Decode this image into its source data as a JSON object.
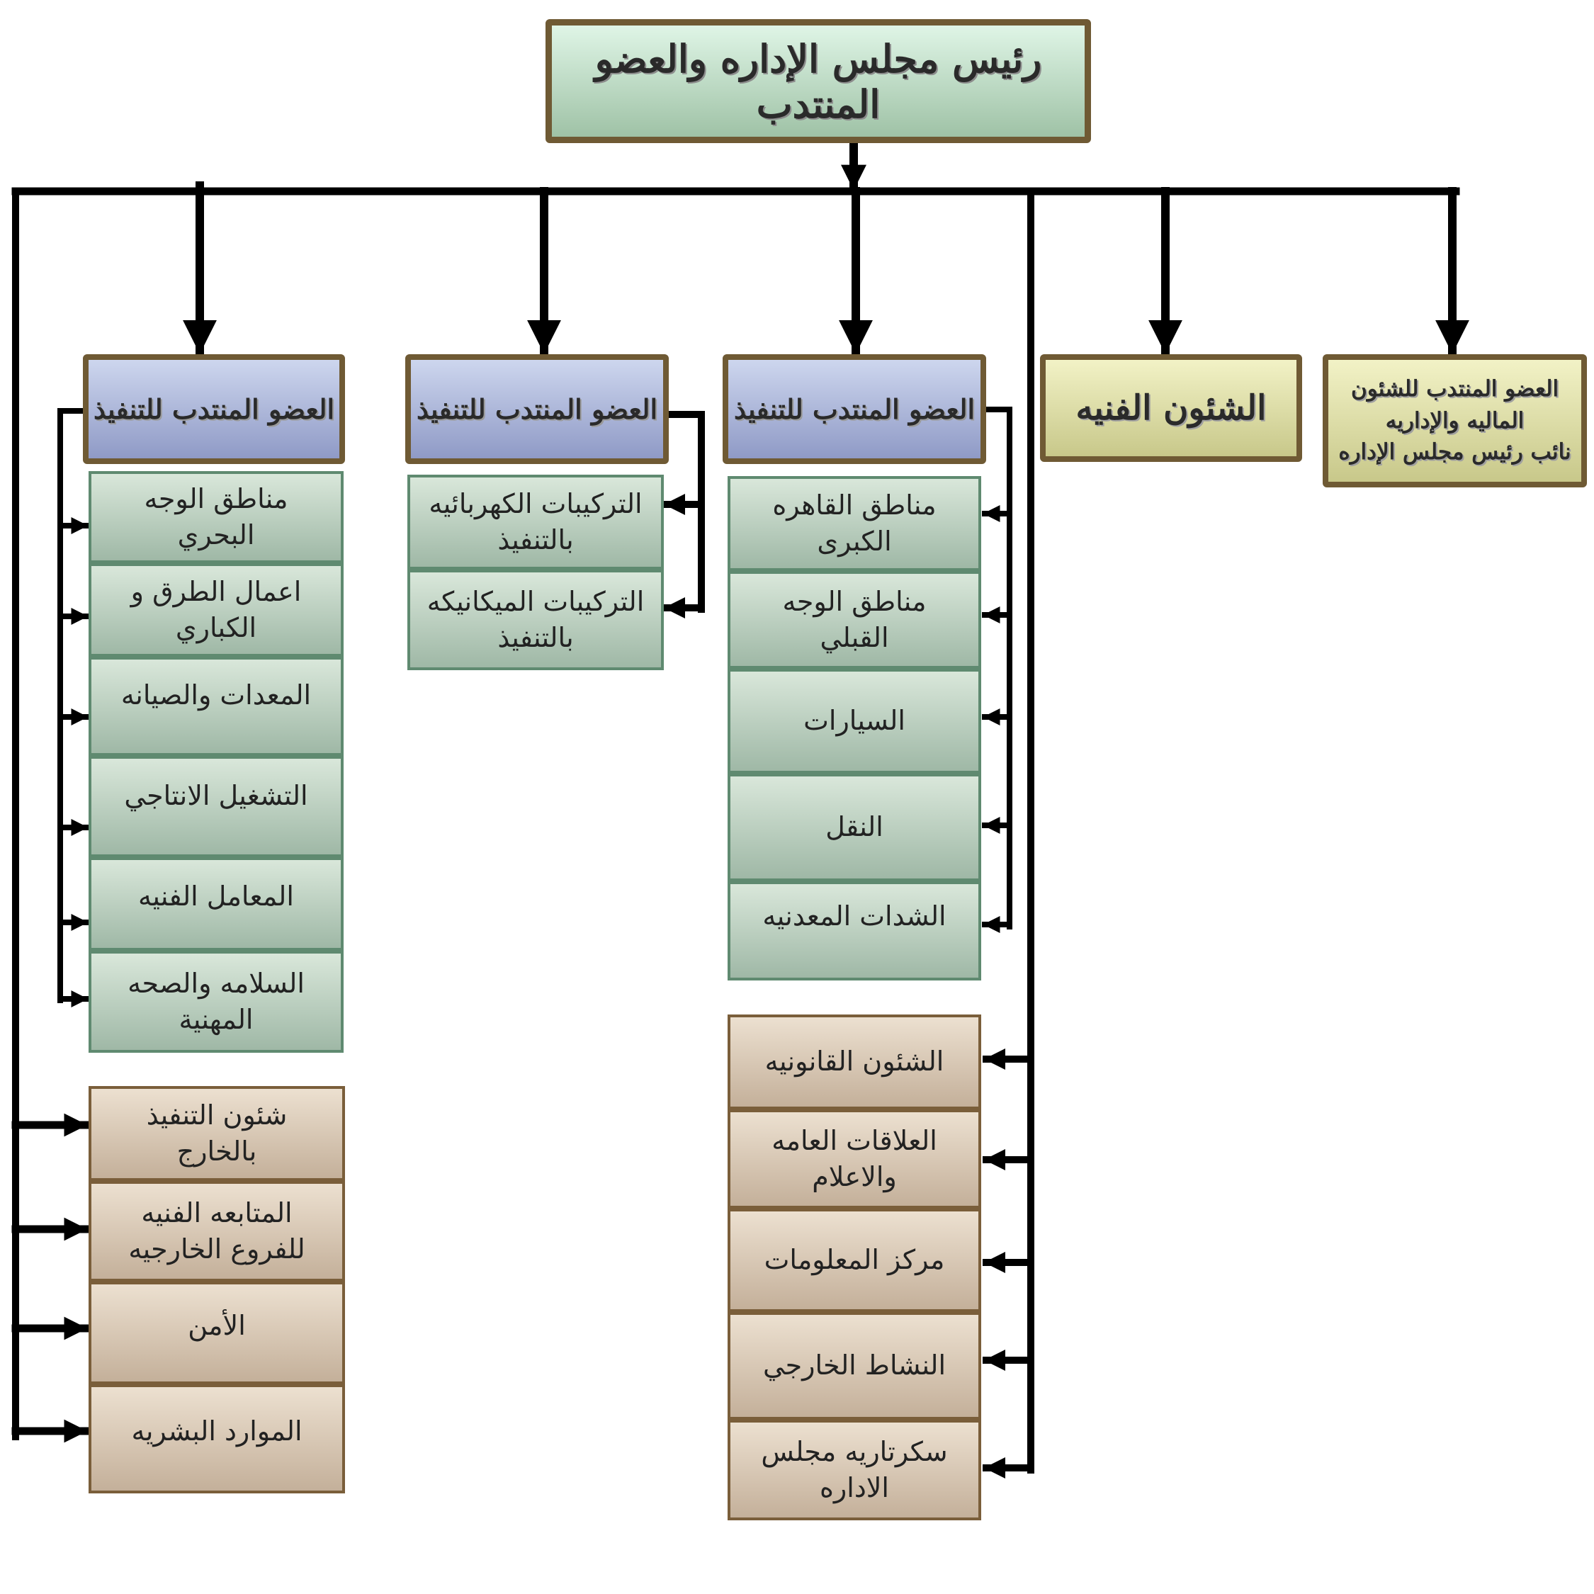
{
  "top": {
    "label": "رئيس مجلس الإداره والعضو المنتدب"
  },
  "heads": {
    "finance": "العضو المنتدب للشئون\nالماليه والإداريه\nنائب رئيس مجلس الإداره",
    "technical": "الشئون الفنيه",
    "exec_cairo": "العضو المنتدب للتنفيذ",
    "exec_install": "العضو المنتدب للتنفيذ",
    "exec_delta": "العضو المنتدب للتنفيذ"
  },
  "units_cairo": [
    "مناطق القاهره\nالكبرى",
    "مناطق الوجه\nالقبلي",
    "السيارات",
    "النقل",
    "الشدات المعدنيه"
  ],
  "units_install": [
    "التركيبات الكهربائيه\nبالتنفيذ",
    "التركيبات الميكانيكه\nبالتنفيذ"
  ],
  "units_delta": [
    "مناطق الوجه\nالبحري",
    "اعمال الطرق و\nالكباري",
    "المعدات والصيانه",
    "التشغيل الانتاجي",
    "المعامل الفنيه",
    "السلامه والصحه\nالمهنية"
  ],
  "units_admin": [
    "الشئون القانونيه",
    "العلاقات العامه\nوالاعلام",
    "مركز المعلومات",
    "النشاط الخارجي",
    "سكرتاريه مجلس\nالاداره"
  ],
  "units_external": [
    "شئون التنفيذ\nبالخارج",
    "المتابعه الفنيه\nللفروع الخارجيه",
    "الأمن",
    "الموارد البشريه"
  ]
}
